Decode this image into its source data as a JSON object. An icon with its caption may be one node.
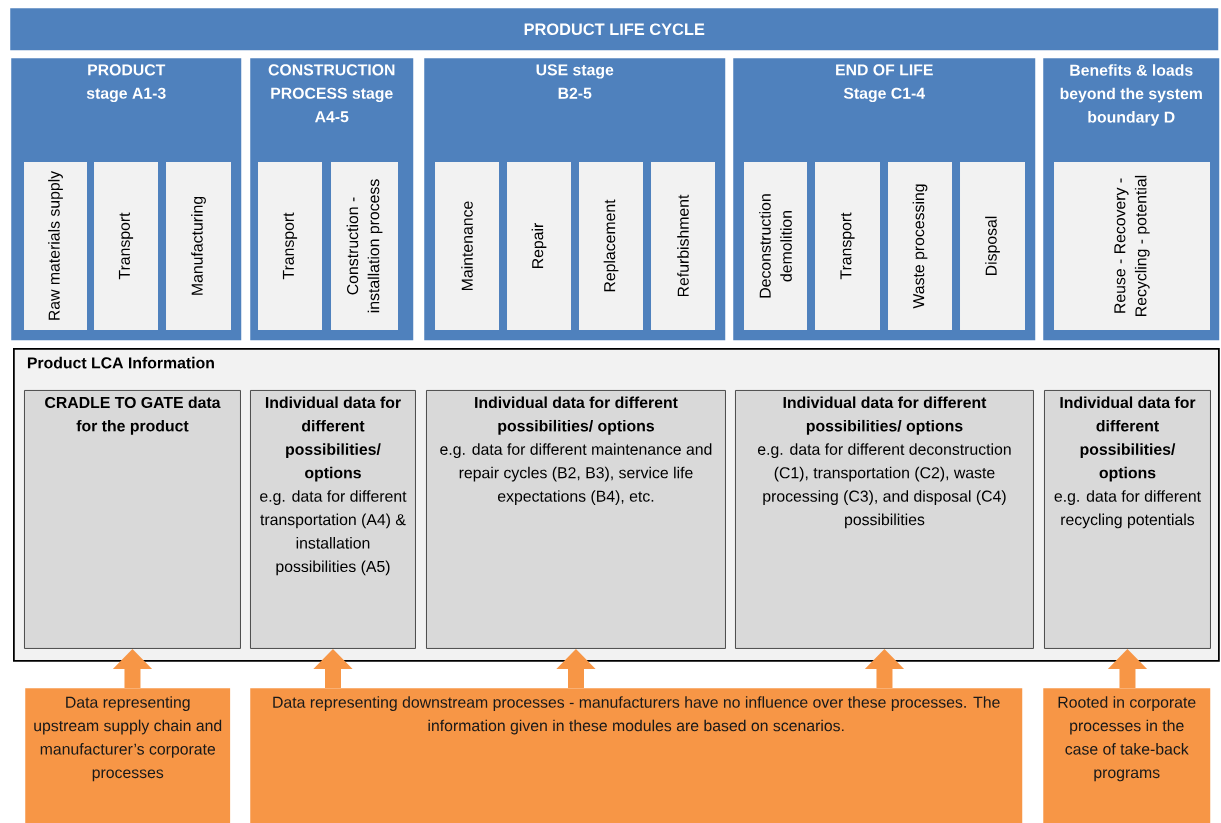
{
  "diagram": {
    "nodes": [
      {
        "text": [
          "PRODUCT LIFE CYCLE"
        ]
      },
      {
        "text": [
          "PRODUCT stage A1-3"
        ]
      },
      {
        "text": [
          "Raw materials supply"
        ],
        "in": 1
      },
      {
        "text": [
          "Transport"
        ],
        "in": 1
      },
      {
        "text": [
          "Manufacturing"
        ],
        "in": 1
      },
      {
        "text": [
          "CONSTRUCTION PROCESS stage A4-5"
        ]
      },
      {
        "text": [
          "Transport"
        ],
        "in": 5
      },
      {
        "text": [
          "Construction - installation process"
        ],
        "in": 5
      },
      {
        "text": [
          "USE stage B2-5"
        ]
      },
      {
        "text": [
          "Maintenance"
        ],
        "in": 8
      },
      {
        "text": [
          "Repair"
        ],
        "in": 8
      },
      {
        "text": [
          "Replacement"
        ],
        "in": 8
      },
      {
        "text": [
          "Refurbishment"
        ],
        "in": 8
      },
      {
        "text": [
          "END OF LIFE Stage C1-4"
        ]
      },
      {
        "text": [
          "Deconstruction demolition"
        ],
        "in": 13
      },
      {
        "text": [
          "Transport"
        ],
        "in": 13
      },
      {
        "text": [
          "Waste processing"
        ],
        "in": 13
      },
      {
        "text": [
          "Disposal"
        ],
        "in": 13
      },
      {
        "text": [
          "Benefits & loads beyond the system boundary D"
        ]
      },
      {
        "text": [
          "Reuse - Recovery - Recycling - potential"
        ],
        "in": 18
      },
      {
        "text": [
          "Product LCA Information"
        ]
      },
      {
        "text": [
          "CRADLE TO GATE data for the product"
        ],
        "in": 20
      },
      {
        "text": [
          "Individual data for different possibilities/ options",
          "e.g. data for different transportation (A4) & installation possibilities (A5)"
        ],
        "in": 20
      },
      {
        "text": [
          "Individual data for different possibilities/ options",
          "e.g. data for different maintenance and repair cycles (B2, B3), service life expectations (B4), etc."
        ],
        "in": 20
      },
      {
        "text": [
          "Individual data for different possibilities/ options",
          "e.g. data for different deconstruction (C1), transportation (C2), waste processing (C3), and disposal (C4) possibilities"
        ],
        "in": 20
      },
      {
        "text": [
          "Individual data for different possibilities/ options",
          "e.g. data for different recycling potentials"
        ],
        "in": 20
      },
      {
        "text": [
          "Data representing upstream supply chain and manufacturer’s corporate processes"
        ]
      },
      {
        "text": [
          "Data representing downstream processes - manufacturers have no influence over these processes.  The information given in these modules are based on scenarios."
        ]
      },
      {
        "text": [
          "Rooted in corporate processes in the case of take-back programs"
        ]
      }
    ],
    "edges": [
      {
        "from": 26,
        "to": 21,
        "arrow": "to"
      },
      {
        "from": 27,
        "to": 22,
        "arrow": "to"
      },
      {
        "from": 27,
        "to": 23,
        "arrow": "to"
      },
      {
        "from": 27,
        "to": 24,
        "arrow": "to"
      },
      {
        "from": 28,
        "to": 25,
        "arrow": "to"
      }
    ]
  }
}
